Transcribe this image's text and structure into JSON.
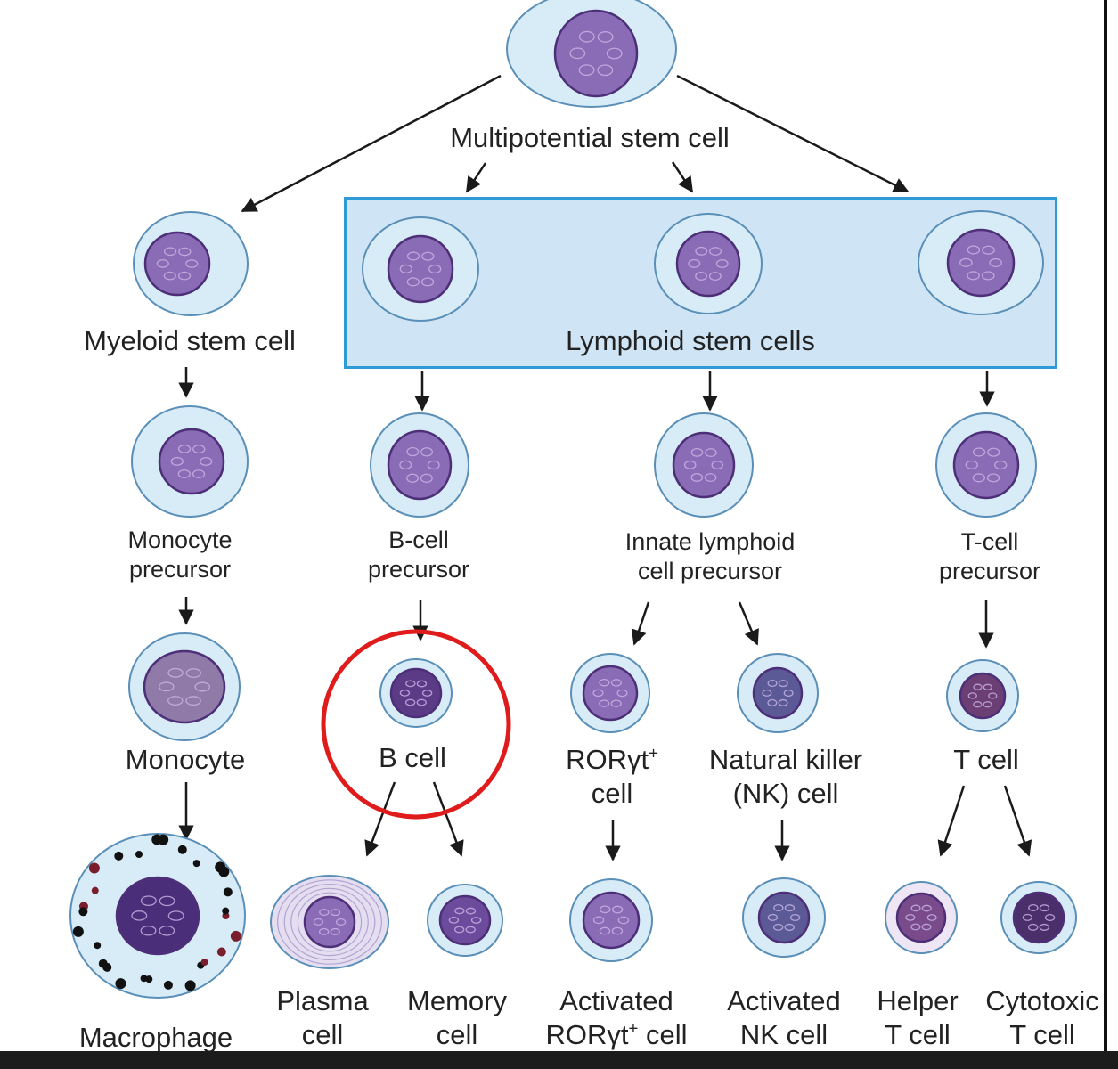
{
  "colors": {
    "cytoplasm": "#d8ecf7",
    "cytoplasm_edge": "#5a8fb8",
    "nucleus": "#8a6bb5",
    "nucleus_dark": "#4d2f78",
    "box_fill": "#cfe4f4",
    "box_border": "#2e9bd6",
    "highlight_circle": "#e01b1b",
    "arrow": "#1a1a1a"
  },
  "labels": {
    "multipotential": "Multipotential stem cell",
    "myeloid": "Myeloid stem cell",
    "lymphoid": "Lymphoid stem cells",
    "monocyte_precursor": [
      "Monocyte",
      "precursor"
    ],
    "bcell_precursor": [
      "B-cell",
      "precursor"
    ],
    "ilc_precursor": [
      "Innate lymphoid",
      "cell precursor"
    ],
    "tcell_precursor": [
      "T-cell",
      "precursor"
    ],
    "monocyte": "Monocyte",
    "bcell": "B cell",
    "rorgt_cell": {
      "main": "RORγt",
      "sup": "+",
      "line2": "cell"
    },
    "nk_cell": [
      "Natural killer",
      "(NK) cell"
    ],
    "tcell": "T cell",
    "macrophage": "Macrophage",
    "plasma_cell": [
      "Plasma",
      "cell"
    ],
    "memory_cell": [
      "Memory",
      "cell"
    ],
    "activated_rorgt": {
      "line1": "Activated",
      "main": "RORγt",
      "sup": "+",
      "suffix": " cell"
    },
    "activated_nk": [
      "Activated",
      "NK cell"
    ],
    "helper_t": [
      "Helper",
      "T cell"
    ],
    "cytotoxic_t": [
      "Cytotoxic",
      "T cell"
    ]
  }
}
